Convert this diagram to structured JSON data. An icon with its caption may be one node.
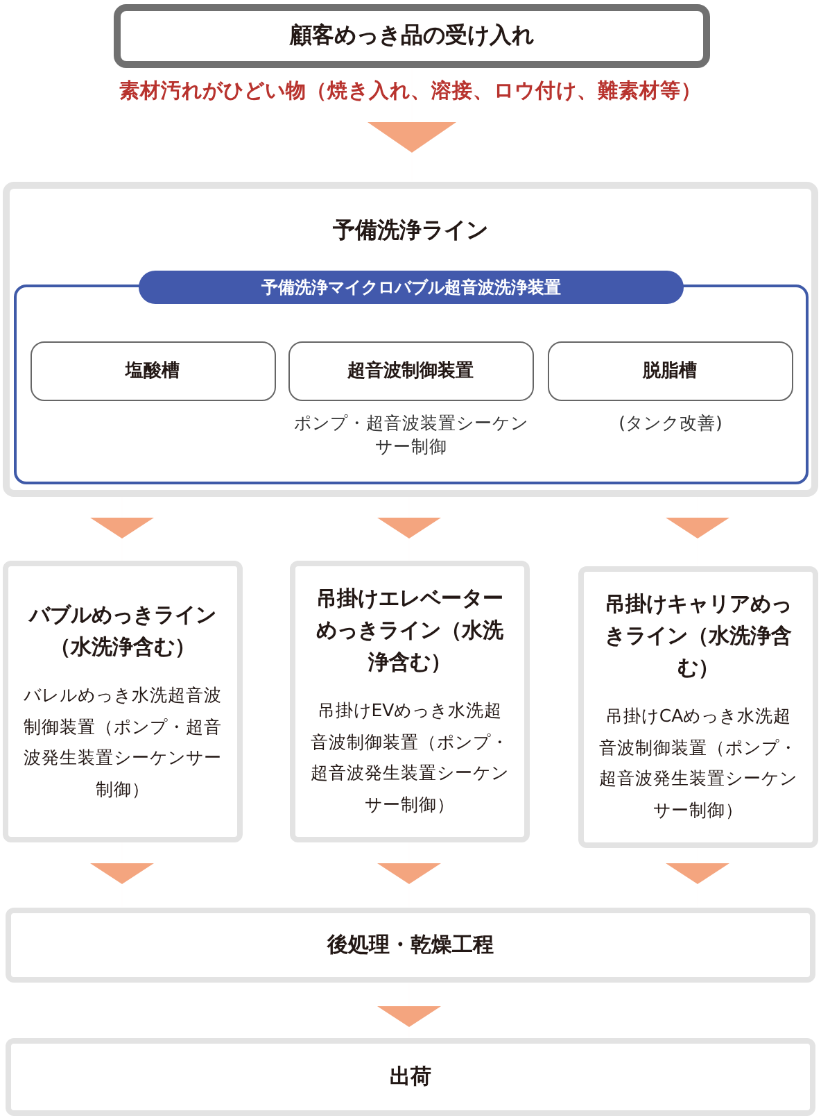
{
  "diagram": {
    "nodes": [
      {
        "text": [
          "顧客めっき品の受け入れ"
        ],
        "beside": [
          "素材汚れがひどい物（焼き入れ、溶接、ロウ付け、難素材等）"
        ]
      },
      {
        "text": [
          "予備洗浄ライン"
        ]
      },
      {
        "text": [
          "予備洗浄マイクロバブル超音波洗浄装置"
        ],
        "in": 1
      },
      {
        "text": [
          "塩酸槽"
        ],
        "in": 2
      },
      {
        "text": [
          "超音波制御装置"
        ],
        "in": 2,
        "beside": [
          "ポンプ・超音波装置シーケンサー制御"
        ]
      },
      {
        "text": [
          "脱脂槽"
        ],
        "in": 2,
        "beside": [
          "(タンク改善)"
        ]
      },
      {
        "text": [
          "バブルめっきライン（水洗浄含む）",
          "バレルめっき水洗超音波制御装置（ポンプ・超音波発生装置シーケンサー制御）"
        ]
      },
      {
        "text": [
          "吊掛けエレベーターめっきライン（水洗浄含む）",
          "吊掛けEVめっき水洗超音波制御装置（ポンプ・超音波発生装置シーケンサー制御）"
        ]
      },
      {
        "text": [
          "吊掛けキャリアめっきライン（水洗浄含む）",
          "吊掛けCAめっき水洗超音波制御装置（ポンプ・超音波発生装置シーケンサー制御）"
        ]
      },
      {
        "text": [
          "後処理・乾燥工程"
        ]
      },
      {
        "text": [
          "出荷"
        ]
      }
    ],
    "edges": [
      {
        "from": 0,
        "to": 1,
        "arrow": "to"
      },
      {
        "from": 1,
        "to": 6,
        "arrow": "to"
      },
      {
        "from": 1,
        "to": 7,
        "arrow": "to"
      },
      {
        "from": 1,
        "to": 8,
        "arrow": "to"
      },
      {
        "from": 6,
        "to": 9,
        "arrow": "to"
      },
      {
        "from": 7,
        "to": 9,
        "arrow": "to"
      },
      {
        "from": 8,
        "to": 9,
        "arrow": "to"
      },
      {
        "from": 9,
        "to": 10,
        "arrow": "to"
      }
    ]
  }
}
